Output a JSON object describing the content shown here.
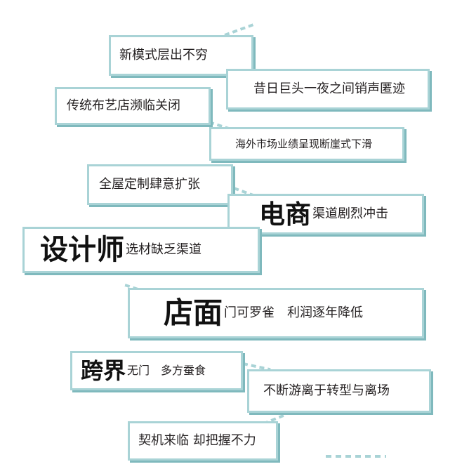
{
  "phrases": {
    "p1": "新模式层出不穷",
    "p2": "昔日巨头一夜之间销声匿迹",
    "p3": "传统布艺店濒临关闭",
    "p4": "海外市场业绩呈现断崖式下滑",
    "p5": "全屋定制肆意扩张",
    "p6_big": "电商",
    "p6_small": "渠道剧烈冲击",
    "p7_big": "设计师",
    "p7_small": "选材缺乏渠道",
    "p8_big": "店面",
    "p8_small": "门可罗雀　利润逐年降低",
    "p9_big": "跨界",
    "p9_small": "无门　多方蚕食",
    "p10": "不断游离于转型与离场",
    "p11": "契机来临 却把握不力"
  },
  "colors": {
    "border": "#a9d3d6",
    "shadow": "#7fb9bd",
    "text": "#231f20"
  }
}
